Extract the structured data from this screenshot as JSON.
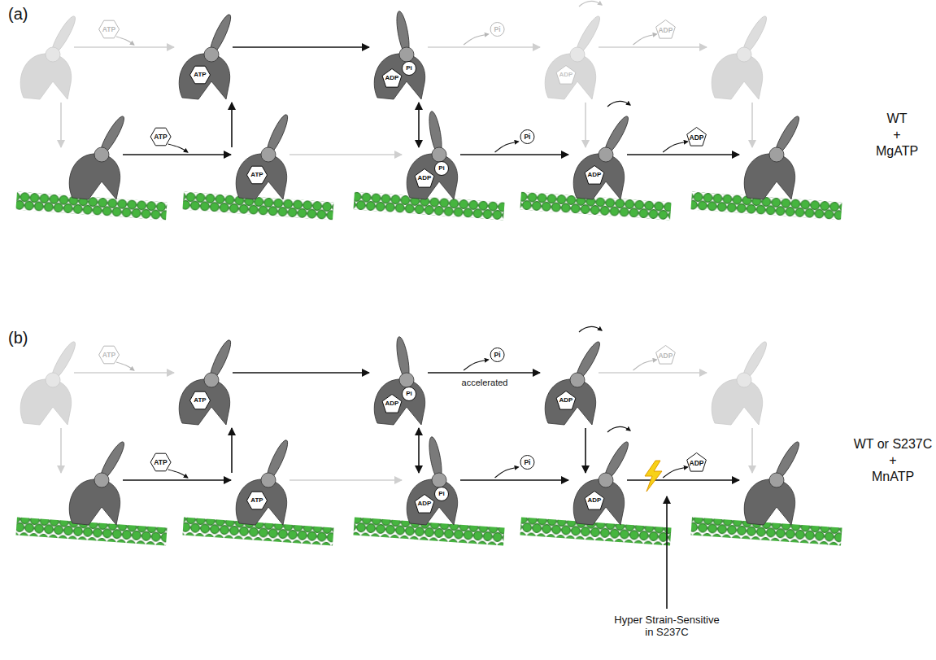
{
  "diagram": {
    "nodes": [
      {
        "text": []
      },
      {
        "text": [
          "ATP"
        ]
      },
      {
        "text": [
          "ADP",
          "Pi"
        ]
      },
      {
        "text": [
          "ADP"
        ]
      },
      {
        "text": []
      },
      {
        "text": []
      },
      {
        "text": [
          "ATP"
        ]
      },
      {
        "text": [
          "ADP",
          "Pi"
        ]
      },
      {
        "text": [
          "ADP"
        ]
      },
      {
        "text": []
      },
      {
        "text": []
      },
      {
        "text": [
          "ATP"
        ]
      },
      {
        "text": [
          "ADP",
          "Pi"
        ]
      },
      {
        "text": [
          "ADP"
        ]
      },
      {
        "text": []
      },
      {
        "text": []
      },
      {
        "text": [
          "ATP"
        ]
      },
      {
        "text": [
          "ADP",
          "Pi"
        ]
      },
      {
        "text": [
          "ADP"
        ]
      },
      {
        "text": []
      }
    ],
    "edges": [
      {
        "from": 0,
        "to": 1,
        "arrow": "to",
        "label": "ATP"
      },
      {
        "from": 1,
        "to": 2,
        "arrow": "to"
      },
      {
        "from": 2,
        "to": 3,
        "arrow": "to",
        "label": "Pi"
      },
      {
        "from": 3,
        "to": 4,
        "arrow": "to",
        "label": "ADP"
      },
      {
        "from": 0,
        "to": 5,
        "arrow": "to"
      },
      {
        "from": 6,
        "to": 1,
        "arrow": "to"
      },
      {
        "from": 2,
        "to": 7,
        "arrow": "both"
      },
      {
        "from": 3,
        "to": 8,
        "arrow": "to"
      },
      {
        "from": 4,
        "to": 9,
        "arrow": "to"
      },
      {
        "from": 5,
        "to": 6,
        "arrow": "to",
        "label": "ATP"
      },
      {
        "from": 6,
        "to": 7,
        "arrow": "to"
      },
      {
        "from": 7,
        "to": 8,
        "arrow": "to",
        "label": "Pi"
      },
      {
        "from": 8,
        "to": 9,
        "arrow": "to",
        "label": "ADP"
      },
      {
        "from": 10,
        "to": 11,
        "arrow": "to",
        "label": "ATP"
      },
      {
        "from": 11,
        "to": 12,
        "arrow": "to"
      },
      {
        "from": 12,
        "to": 13,
        "arrow": "to",
        "label": "Pi"
      },
      {
        "from": 13,
        "to": 14,
        "arrow": "to",
        "label": "ADP"
      },
      {
        "from": 10,
        "to": 15,
        "arrow": "to"
      },
      {
        "from": 16,
        "to": 11,
        "arrow": "to"
      },
      {
        "from": 12,
        "to": 17,
        "arrow": "both"
      },
      {
        "from": 13,
        "to": 18,
        "arrow": "to"
      },
      {
        "from": 14,
        "to": 19,
        "arrow": "to"
      },
      {
        "from": 15,
        "to": 16,
        "arrow": "to",
        "label": "ATP"
      },
      {
        "from": 16,
        "to": 17,
        "arrow": "to"
      },
      {
        "from": 17,
        "to": 18,
        "arrow": "to",
        "label": "Pi"
      },
      {
        "from": 18,
        "to": 19,
        "arrow": "to",
        "label": "ADP"
      }
    ],
    "labels": [
      "(a)",
      "WT",
      "+",
      "MgATP",
      "(b)",
      "WT or S237C",
      "+",
      "MnATP",
      "accelerated",
      "Hyper Strain-Sensitive in S237C"
    ]
  }
}
